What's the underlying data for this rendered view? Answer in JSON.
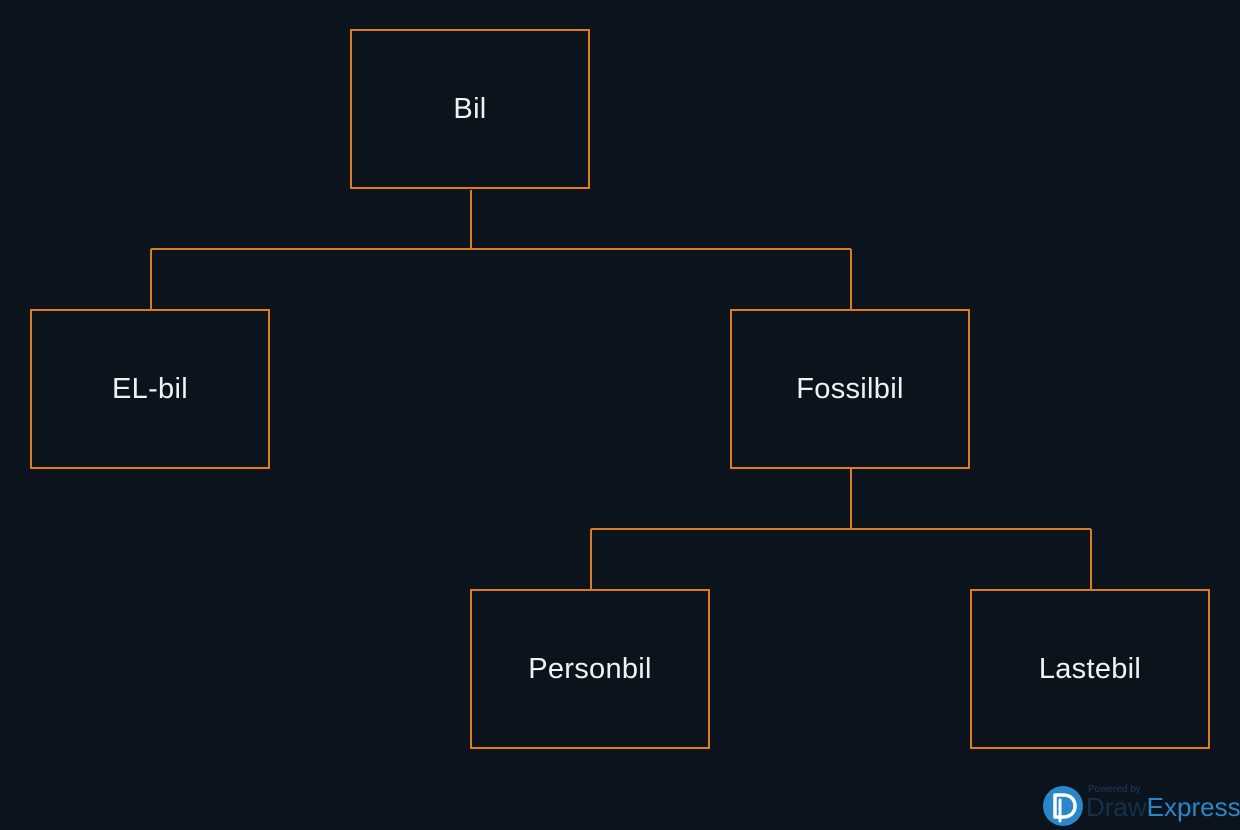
{
  "diagram": {
    "type": "org-tree",
    "colors": {
      "background": "#0b141d",
      "node_border": "#e07b1a",
      "connector": "#e07b1a",
      "text": "#eef3f7"
    },
    "nodes": {
      "root": {
        "label": "Bil"
      },
      "elbil": {
        "label": "EL-bil",
        "parent": "Bil"
      },
      "fossilbil": {
        "label": "Fossilbil",
        "parent": "Bil"
      },
      "personbil": {
        "label": "Personbil",
        "parent": "Fossilbil"
      },
      "lastebil": {
        "label": "Lastebil",
        "parent": "Fossilbil"
      }
    }
  },
  "watermark": {
    "powered_by": "Powered by",
    "brand_part1": "Draw",
    "brand_part2": "Express",
    "logo_icon": "drawexpress-logo-icon",
    "brand_color": "#2a86c8"
  }
}
